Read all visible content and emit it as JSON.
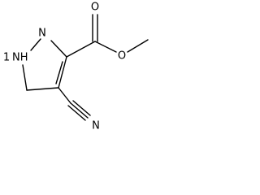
{
  "molecule": {
    "atom_labels": {
      "ring_nitrogen": "N",
      "nh": "NH",
      "nh_prefix": "1",
      "carbonyl_oxygen": "O",
      "ester_oxygen": "O",
      "nitrile_nitrogen": "N"
    }
  }
}
